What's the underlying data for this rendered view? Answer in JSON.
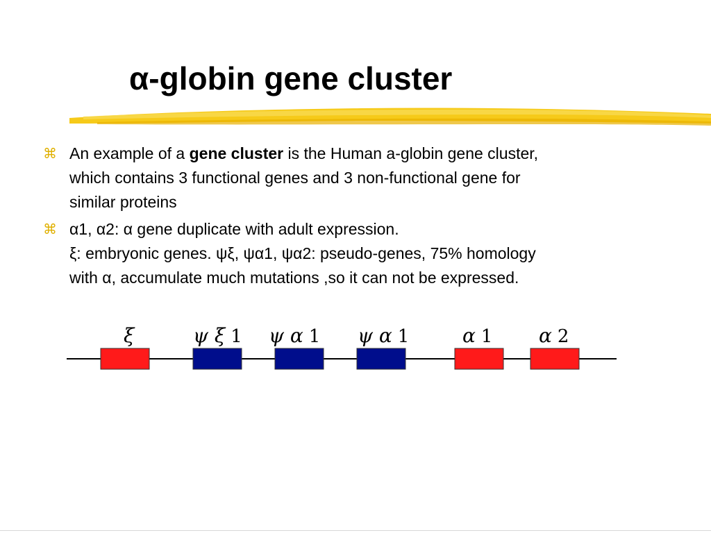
{
  "slide": {
    "title": "α-globin gene cluster"
  },
  "bullets": [
    {
      "pre": "An example of a ",
      "bold": "gene cluster",
      "post": " is the Human a-globin gene cluster,",
      "line2": "which contains 3 functional genes and 3 non-functional gene for",
      "line3": "similar proteins"
    },
    {
      "line1": "α1, α2: α gene duplicate with adult expression.",
      "line2": "ξ: embryonic genes. ψξ, ψα1, ψα2: pseudo-genes, 75% homology",
      "line3": "with α, accumulate  much mutations ,so it  can not be expressed."
    }
  ],
  "bullet_icon": "command-key-icon",
  "colors": {
    "functional_gene": "#ff1a1a",
    "pseudo_gene": "#000d8c",
    "bullet": "#e0b000",
    "swoosh": "#f5c400"
  },
  "genes": [
    {
      "symbol": "ξ",
      "num": "",
      "type": "functional"
    },
    {
      "symbol": "ψ ξ",
      "num": "1",
      "type": "pseudo"
    },
    {
      "symbol": "ψ α",
      "num": "1",
      "type": "pseudo"
    },
    {
      "symbol": "ψ α",
      "num": "1",
      "type": "pseudo"
    },
    {
      "symbol": "α",
      "num": "1",
      "type": "functional"
    },
    {
      "symbol": "α",
      "num": "2",
      "type": "functional"
    }
  ]
}
